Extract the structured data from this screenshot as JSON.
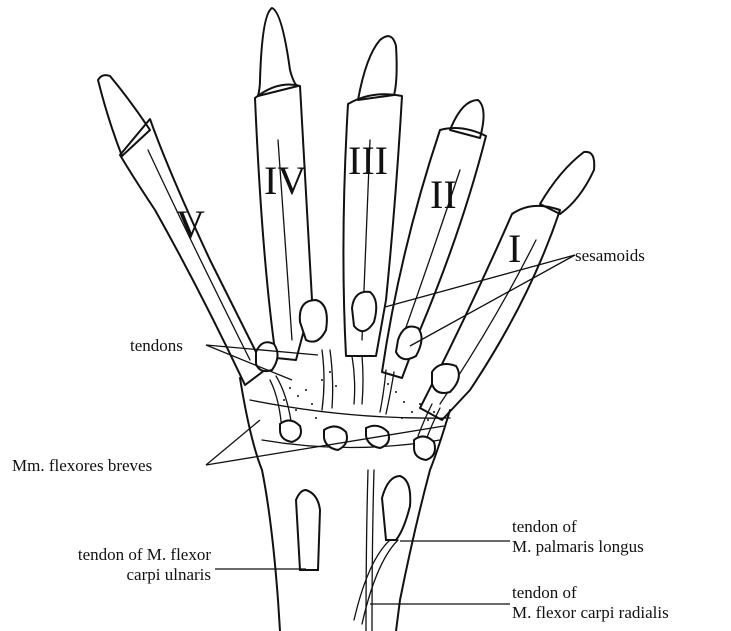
{
  "digits": [
    "V",
    "IV",
    "III",
    "II",
    "I"
  ],
  "labels": {
    "sesamoids": "sesamoids",
    "tendons": "tendons",
    "flexores_breves": "Mm. flexores breves",
    "flexor_carpi_ulnaris_1": "tendon of M. flexor",
    "flexor_carpi_ulnaris_2": "carpi ulnaris",
    "palmaris_longus_1": "tendon of",
    "palmaris_longus_2": "M. palmaris longus",
    "flexor_carpi_radialis_1": "tendon of",
    "flexor_carpi_radialis_2": "M. flexor carpi radialis"
  },
  "colors": {
    "ink": "#111111",
    "paper": "#ffffff"
  }
}
